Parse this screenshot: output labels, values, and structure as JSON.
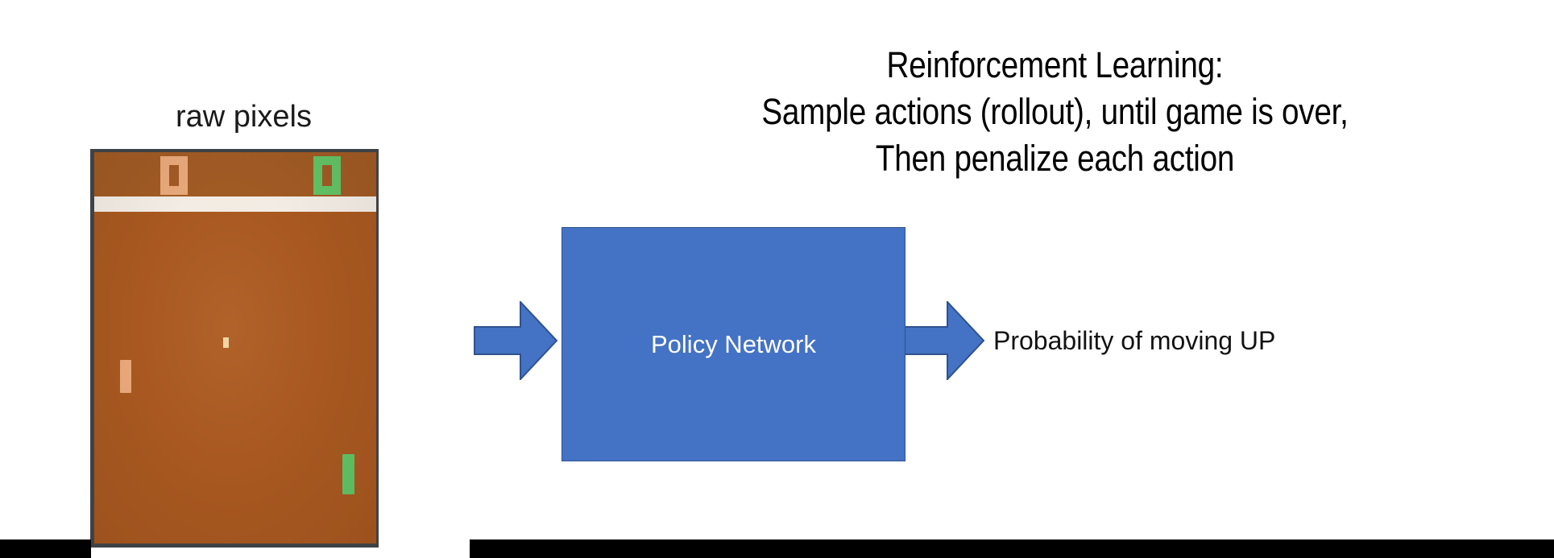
{
  "slide": {
    "background_color": "#ffffff"
  },
  "title": {
    "lines": [
      "Reinforcement Learning:",
      "Sample actions (rollout), until game is over,",
      "Then penalize each action"
    ],
    "color": "#000000"
  },
  "input": {
    "label": "raw pixels",
    "game": {
      "name": "pong-game-frame",
      "background_color": "#a85820",
      "border_color": "#3f4245",
      "divider_color": "#f2ece4",
      "score_left": "0",
      "score_right": "0",
      "score_left_color": "#e8a87a",
      "score_right_color": "#62c264",
      "left_paddle_color": "#e8a87a",
      "right_paddle_color": "#62c264",
      "ball_color": "#f0d7a8"
    }
  },
  "arrows": {
    "input_arrow_name": "input-arrow",
    "output_arrow_name": "output-arrow",
    "fill_color": "#4472c4",
    "stroke_color": "#2f528f"
  },
  "model": {
    "label": "Policy Network",
    "fill_color": "#4472c4",
    "border_color": "#2f528f",
    "text_color": "#ffffff"
  },
  "output": {
    "label": "Probability of moving UP",
    "color": "#121212"
  },
  "decoration": {
    "bottom_bar_color": "#000000"
  }
}
